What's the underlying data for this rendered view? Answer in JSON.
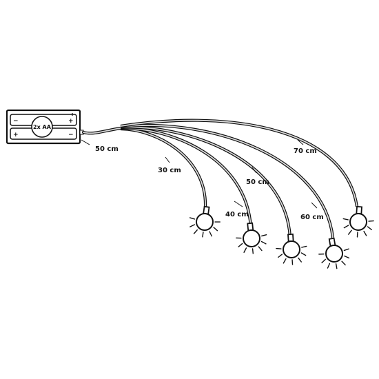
{
  "battery_box": {
    "label": "2x AA",
    "minus_sign": "−",
    "plus_sign": "+",
    "icon": "battery-pack-icon"
  },
  "lead_cable": {
    "label": "50 cm"
  },
  "branches": [
    {
      "label": "30 cm",
      "icon": "bulb-icon"
    },
    {
      "label": "40 cm",
      "icon": "bulb-icon"
    },
    {
      "label": "50 cm",
      "icon": "bulb-icon"
    },
    {
      "label": "60 cm",
      "icon": "bulb-icon"
    },
    {
      "label": "70 cm",
      "icon": "bulb-icon"
    }
  ]
}
